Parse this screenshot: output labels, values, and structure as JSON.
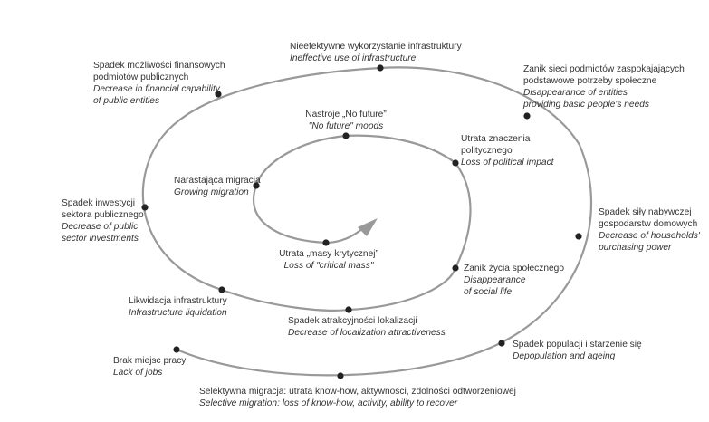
{
  "colors": {
    "spiral": "#999999",
    "dot": "#222222",
    "text": "#333333",
    "arrow": "#999999"
  },
  "labels": {
    "ineffective": {
      "pl": "Nieefektywne wykorzystanie infrastruktury",
      "en": "Ineffective use of infrastructure"
    },
    "entities": {
      "pl": [
        "Zanik sieci podmiotów zaspokajających",
        "podstawowe potrzeby społeczne"
      ],
      "en": [
        "Disappearance of entities",
        "providing basic people's needs"
      ]
    },
    "finance": {
      "pl": [
        "Spadek możliwości finansowych",
        "podmiotów publicznych"
      ],
      "en": [
        "Decrease in financial capability",
        "of public entities"
      ]
    },
    "moods": {
      "pl": "Nastroje „No future”",
      "en": "\"No future\" moods"
    },
    "political": {
      "pl": [
        "Utrata znaczenia",
        "politycznego"
      ],
      "en": "Loss of political impact"
    },
    "migration": {
      "pl": "Narastająca migracja",
      "en": "Growing migration"
    },
    "investments": {
      "pl": [
        "Spadek inwestycji",
        "sektora publicznego"
      ],
      "en": [
        "Decrease of public",
        "sector investments"
      ]
    },
    "purchasing": {
      "pl": [
        "Spadek siły nabywczej",
        "gospodarstw domowych"
      ],
      "en": [
        "Decrease of households'",
        "purchasing power"
      ]
    },
    "critical": {
      "pl": "Utrata „masy krytycznej”",
      "en": "Loss of \"critical mass\""
    },
    "social": {
      "pl": "Zanik życia społecznego",
      "en": [
        "Disappearance",
        "of social life"
      ]
    },
    "liquidation": {
      "pl": "Likwidacja infrastruktury",
      "en": "Infrastructure liquidation"
    },
    "attract": {
      "pl": "Spadek atrakcyjności lokalizacji",
      "en": "Decrease of localization attractiveness"
    },
    "depopulation": {
      "pl": "Spadek populacji i starzenie się",
      "en": "Depopulation and ageing"
    },
    "jobs": {
      "pl": "Brak miejsc pracy",
      "en": "Lack of jobs"
    },
    "selective": {
      "pl": "Selektywna migracja: utrata know-how, aktywności, zdolności odtworzeniowej",
      "en": "Selective migration: loss of know-how, activity, ability to recover"
    }
  }
}
